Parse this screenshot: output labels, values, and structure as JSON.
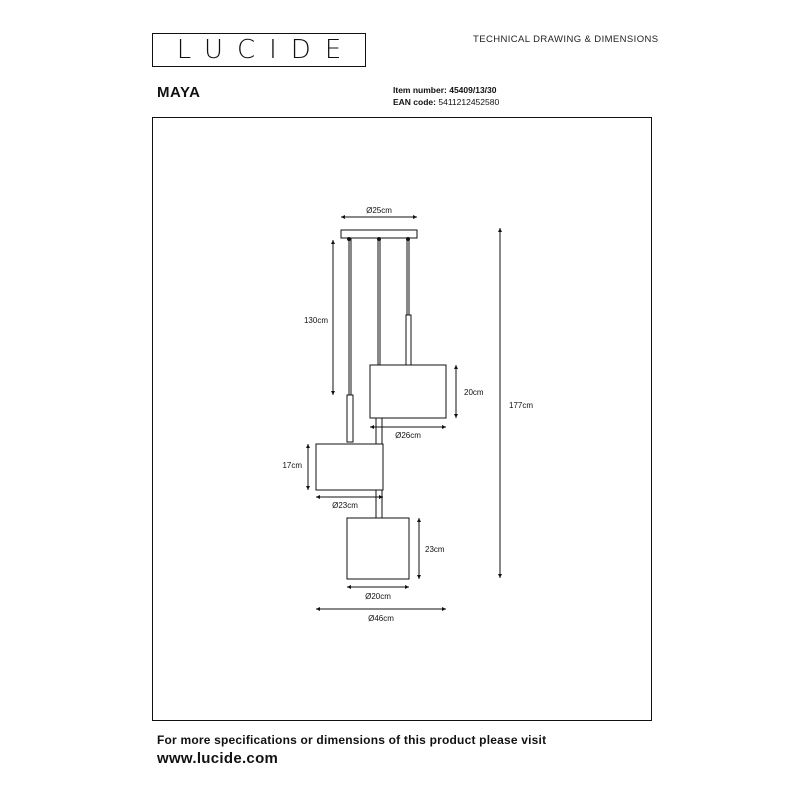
{
  "brand": {
    "logo_text": "LUCIDE"
  },
  "header": {
    "doc_type": "TECHNICAL DRAWING & DIMENSIONS"
  },
  "product": {
    "name": "MAYA",
    "item_number_label": "Item number:",
    "item_number": "45409/13/30",
    "ean_label": "EAN code:",
    "ean": "5411212452580"
  },
  "dimensions": {
    "canopy_diameter": "Ø25cm",
    "cable_length": "130cm",
    "total_height": "177cm",
    "shade1_height": "20cm",
    "shade1_diameter": "Ø26cm",
    "shade2_height": "17cm",
    "shade2_diameter": "Ø23cm",
    "shade3_height": "23cm",
    "shade3_diameter": "Ø20cm",
    "overall_diameter": "Ø46cm"
  },
  "footer": {
    "text": "For more specifications or dimensions of this product please visit",
    "url": "www.lucide.com"
  }
}
